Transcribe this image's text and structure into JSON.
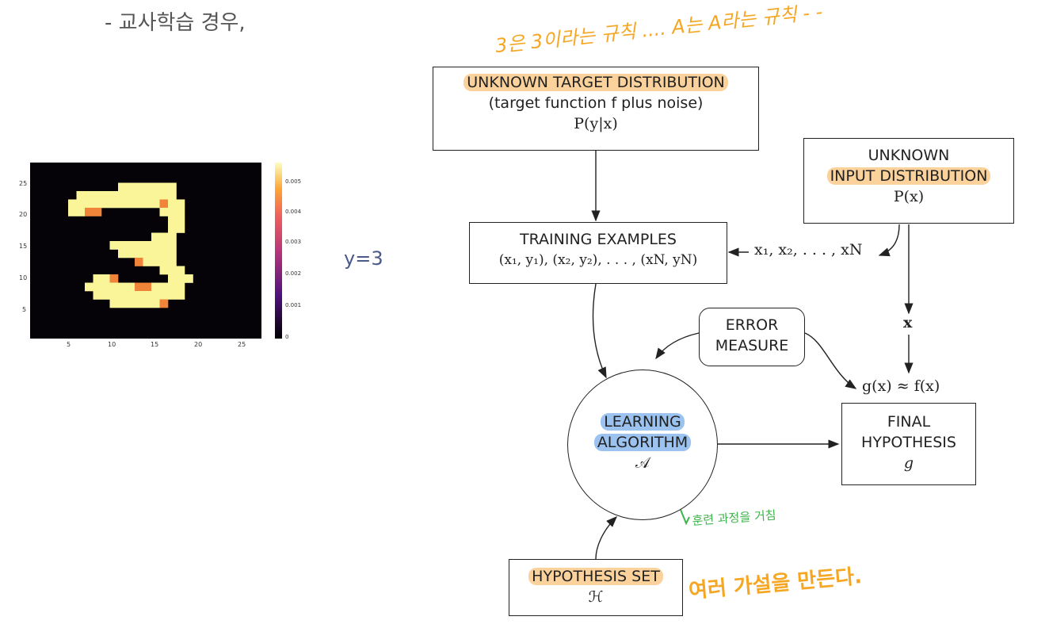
{
  "bullet": "- 교사학습 경우,",
  "y_label": "y=3",
  "heatmap": {
    "y_ticks": [
      "25",
      "20",
      "15",
      "10",
      "5"
    ],
    "x_ticks": [
      "5",
      "10",
      "15",
      "20",
      "25"
    ],
    "colorbar_ticks": [
      "0.005",
      "0.004",
      "0.003",
      "0.002",
      "0.001",
      "0"
    ]
  },
  "target": {
    "line1": "UNKNOWN TARGET DISTRIBUTION",
    "line2": "(target function f plus noise)",
    "line3": "P(y|x)"
  },
  "input": {
    "line1": "UNKNOWN",
    "line2": "INPUT DISTRIBUTION",
    "line3": "P(x)"
  },
  "training": {
    "line1": "TRAINING EXAMPLES",
    "line2": "(x₁, y₁), (x₂, y₂), . . . , (xN, yN)"
  },
  "samples": "x₁, x₂, . . . , xN",
  "x_label": "x",
  "error": {
    "line1": "ERROR",
    "line2": "MEASURE"
  },
  "approx": "g(x) ≈ f(x)",
  "algorithm": {
    "line1": "LEARNING",
    "line2": "ALGORITHM",
    "line3": "𝒜"
  },
  "final": {
    "line1": "FINAL",
    "line2": "HYPOTHESIS",
    "line3": "g"
  },
  "hypset": {
    "line1": "HYPOTHESIS SET",
    "line2": "ℋ"
  },
  "annotations": {
    "top": "3은 3이라는 규칙 ....  A는 A라는 규칙 - -",
    "green": "훈련 과정을 거침",
    "bottom": "여러 가설을 만든다."
  },
  "colors": {
    "orange_ink": "#f5a623",
    "green_ink": "#3db54a",
    "orange_hl": "#fbd29c",
    "blue_hl": "#9cc3f0"
  }
}
